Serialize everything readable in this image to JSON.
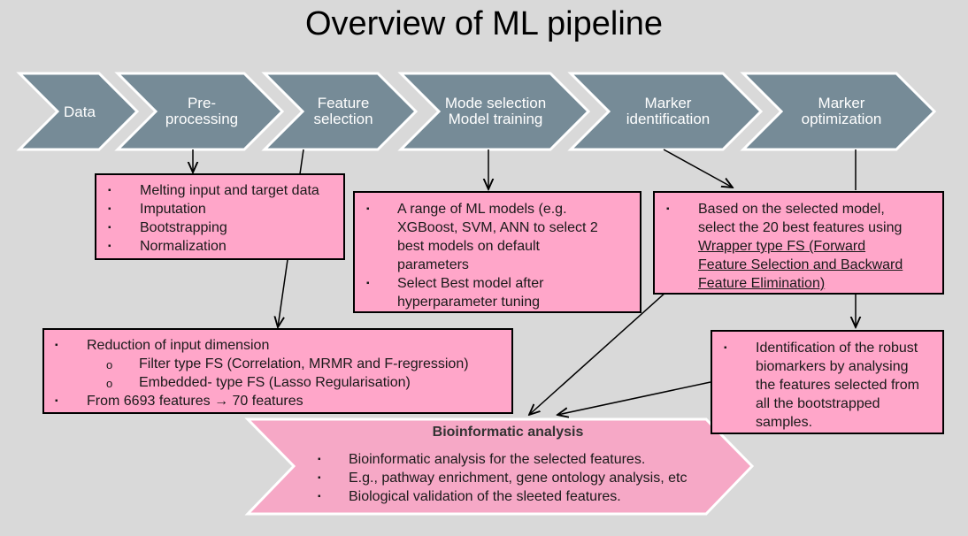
{
  "title": "Overview of ML pipeline",
  "colors": {
    "background": "#d9d9d9",
    "chevron_fill": "#768b97",
    "chevron_stroke": "#ffffff",
    "box_fill": "#ffa6c9",
    "banner_fill": "#f6a8c6"
  },
  "pipeline": [
    {
      "label": [
        "Data"
      ]
    },
    {
      "label": [
        "Pre-",
        "processing"
      ]
    },
    {
      "label": [
        "Feature",
        "selection"
      ]
    },
    {
      "label": [
        "Mode selection",
        "Model training"
      ]
    },
    {
      "label": [
        "Marker",
        "identification"
      ]
    },
    {
      "label": [
        "Marker",
        "optimization"
      ]
    }
  ],
  "preprocessing_box": {
    "bullet": "▪",
    "items": [
      "Melting input and target data",
      "Imputation",
      "Bootstrapping",
      "Normalization"
    ]
  },
  "model_box": {
    "items": [
      [
        "A range of ML models (e.g.",
        "XGBoost, SVM, ANN to select 2",
        "best models on default",
        "parameters"
      ],
      [
        "Select Best model after",
        "hyperparameter tuning"
      ]
    ]
  },
  "marker_id_box": {
    "lines": [
      "Based on the selected model,",
      "select the 20 best features using"
    ],
    "underlined_lines": [
      "Wrapper type FS (Forward",
      "Feature Selection and Backward",
      "Feature Elimination)"
    ]
  },
  "feature_box": {
    "item1": "Reduction of input dimension",
    "sub_bullet": "o",
    "subitems": [
      "Filter type FS (Correlation, MRMR and F-regression)",
      "Embedded- type FS (Lasso Regularisation)"
    ],
    "item2_prefix": "From 6693 features",
    "item2_arrow": "→",
    "item2_suffix": "70 features"
  },
  "marker_opt_box": {
    "lines": [
      "Identification of the robust",
      "biomarkers by analysing",
      "the features selected from",
      "all the bootstrapped",
      "samples."
    ]
  },
  "bioinformatic": {
    "title": "Bioinformatic analysis",
    "items": [
      "Bioinformatic analysis for the selected features.",
      "E.g., pathway enrichment, gene ontology analysis, etc",
      "Biological validation of the sleeted features."
    ]
  }
}
